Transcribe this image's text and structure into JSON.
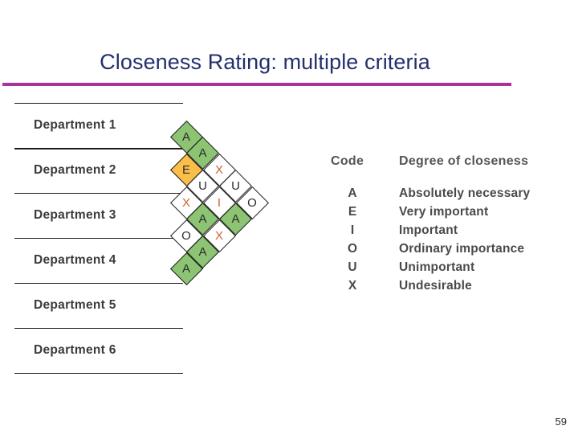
{
  "slide": {
    "title": "Closeness Rating: multiple criteria",
    "page_number": "59",
    "title_color": "#23306e",
    "rule_color": "#a8339a"
  },
  "departments": {
    "items": [
      {
        "label": "Department 1"
      },
      {
        "label": "Department 2"
      },
      {
        "label": "Department 3"
      },
      {
        "label": "Department 4"
      },
      {
        "label": "Department 5"
      },
      {
        "label": "Department 6"
      }
    ]
  },
  "rel_chart": {
    "colors": {
      "green": "#8cc474",
      "orange": "#f9bf4a",
      "white": "#ffffff",
      "letter_dark": "#2b2b2b",
      "letter_warm": "#d2602f"
    },
    "diagonals": [
      {
        "from": "Department 1",
        "cells": [
          {
            "code": "A",
            "fill": "green",
            "letter": "dark"
          },
          {
            "code": "A",
            "fill": "green",
            "letter": "dark"
          },
          {
            "code": "X",
            "fill": "white",
            "letter": "warm"
          },
          {
            "code": "U",
            "fill": "white",
            "letter": "dark"
          },
          {
            "code": "O",
            "fill": "white",
            "letter": "dark"
          }
        ]
      },
      {
        "from": "Department 2",
        "cells": [
          {
            "code": "E",
            "fill": "orange",
            "letter": "dark"
          },
          {
            "code": "U",
            "fill": "white",
            "letter": "dark"
          },
          {
            "code": "I",
            "fill": "white",
            "letter": "warm"
          },
          {
            "code": "A",
            "fill": "green",
            "letter": "dark"
          }
        ]
      },
      {
        "from": "Department 3",
        "cells": [
          {
            "code": "X",
            "fill": "white",
            "letter": "warm"
          },
          {
            "code": "A",
            "fill": "green",
            "letter": "dark"
          },
          {
            "code": "X",
            "fill": "white",
            "letter": "warm"
          }
        ]
      },
      {
        "from": "Department 4",
        "cells": [
          {
            "code": "O",
            "fill": "white",
            "letter": "dark"
          },
          {
            "code": "A",
            "fill": "green",
            "letter": "dark"
          }
        ]
      },
      {
        "from": "Department 5",
        "cells": [
          {
            "code": "A",
            "fill": "green",
            "letter": "dark"
          }
        ]
      }
    ]
  },
  "legend": {
    "header": {
      "code": "Code",
      "degree": "Degree of closeness"
    },
    "rows": [
      {
        "code": "A",
        "degree": "Absolutely necessary"
      },
      {
        "code": "E",
        "degree": "Very important"
      },
      {
        "code": "I",
        "degree": "Important"
      },
      {
        "code": "O",
        "degree": "Ordinary importance"
      },
      {
        "code": "U",
        "degree": "Unimportant"
      },
      {
        "code": "X",
        "degree": "Undesirable"
      }
    ]
  }
}
